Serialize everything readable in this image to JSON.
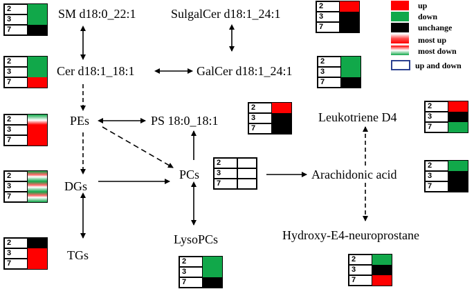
{
  "nodes": {
    "sm": "SM d18:0_22:1",
    "sulgalcer": "SulgalCer d18:1_24:1",
    "cer": "Cer d18:1_18:1",
    "galcer": "GalCer d18:1_24:1",
    "pes": "PEs",
    "ps": "PS 18:0_18:1",
    "leukotriene": "Leukotriene D4",
    "dgs": "DGs",
    "pcs": "PCs",
    "arachidonic": "Arachidonic acid",
    "tgs": "TGs",
    "lysopcs": "LysoPCs",
    "hydroxy": "Hydroxy-E4-neuroprostane"
  },
  "row_labels": [
    "2",
    "3",
    "7"
  ],
  "legend": {
    "up": "up",
    "down": "down",
    "unchange": "unchange",
    "most_up": "most up",
    "most_down": "most down",
    "up_and_down": "up and down"
  },
  "colors": {
    "up": "#ff0000",
    "down": "#11a84a",
    "unchange": "#000000",
    "up_and_down_border": "#2a3f8f"
  },
  "matrices": {
    "sm": [
      "down",
      "down",
      "unchange"
    ],
    "sulgalcer": [
      "up",
      "unchange",
      "unchange"
    ],
    "cer": [
      "down",
      "down",
      "up"
    ],
    "galcer": [
      "down",
      "down",
      "unchange"
    ],
    "pes": [
      "most up",
      "up",
      "up"
    ],
    "ps": [
      "up",
      "unchange",
      "unchange"
    ],
    "leukotriene": [
      "up",
      "unchange",
      "down"
    ],
    "dgs": [
      "up and down",
      "up and down",
      "up and down"
    ],
    "pcs": [
      "none",
      "none",
      "none"
    ],
    "arachidonic": [
      "down",
      "unchange",
      "unchange"
    ],
    "tgs": [
      "unchange",
      "up",
      "up"
    ],
    "lysopcs": [
      "down",
      "down",
      "unchange"
    ],
    "hydroxy": [
      "down",
      "unchange",
      "up"
    ]
  }
}
